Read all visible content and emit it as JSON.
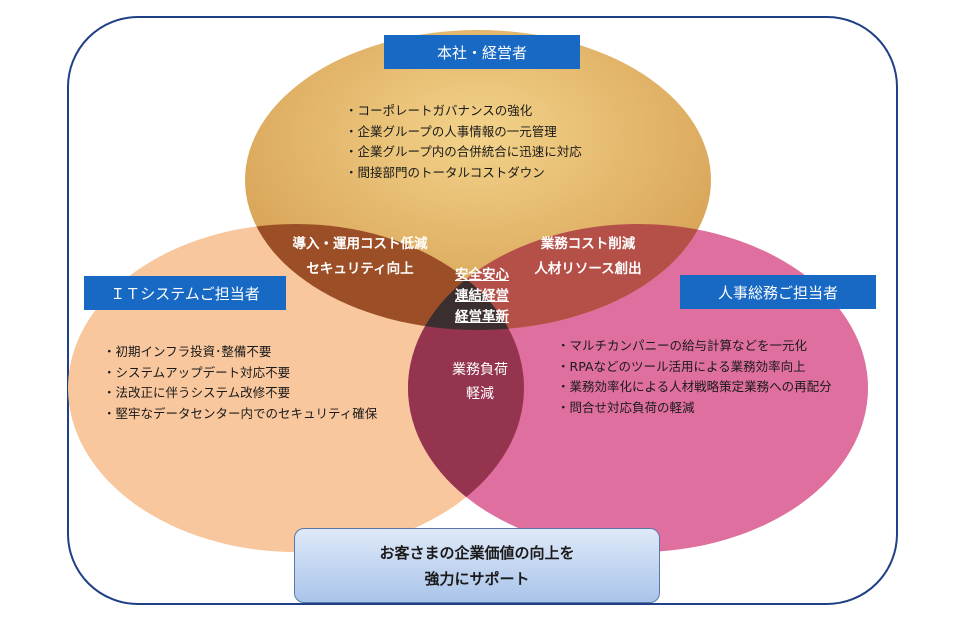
{
  "colors": {
    "outline": "#1f3f86",
    "circle_top": "#dba85f",
    "circle_left": "#f8c79d",
    "circle_right": "#df6f9f",
    "label_box": "#1769c4",
    "overlap_top_left": "#9c4f27",
    "overlap_top_right": "#b55049",
    "overlap_bottom": "#94344f",
    "center": "#3a2e2e"
  },
  "groups": {
    "top": {
      "label": "本社・経営者",
      "items": [
        "コーポレートガバナンスの強化",
        "企業グループの人事情報の一元管理",
        "企業グループ内の合併統合に迅速に対応",
        "間接部門のトータルコストダウン"
      ]
    },
    "left": {
      "label": "ＩＴシステムご担当者",
      "items": [
        "初期インフラ投資･整備不要",
        "システムアップデート対応不要",
        "法改正に伴うシステム改修不要",
        "堅牢なデータセンター内でのセキュリティ確保"
      ]
    },
    "right": {
      "label": "人事総務ご担当者",
      "items": [
        "マルチカンパニーの給与計算などを一元化",
        "RPAなどのツール活用による業務効率向上",
        "業務効率化による人材戦略策定業務への再配分",
        "問合せ対応負荷の軽減"
      ]
    }
  },
  "overlaps": {
    "top_left": [
      "導入・運用コスト低減",
      "セキュリティ向上"
    ],
    "top_right": [
      "業務コスト削減",
      "人材リソース創出"
    ],
    "bottom": [
      "業務負荷",
      "軽減"
    ],
    "center": [
      "安全安心",
      "連結経営",
      "経営革新"
    ]
  },
  "footer": {
    "line1": "お客さまの企業価値の向上を",
    "line2": "強力にサポート"
  }
}
